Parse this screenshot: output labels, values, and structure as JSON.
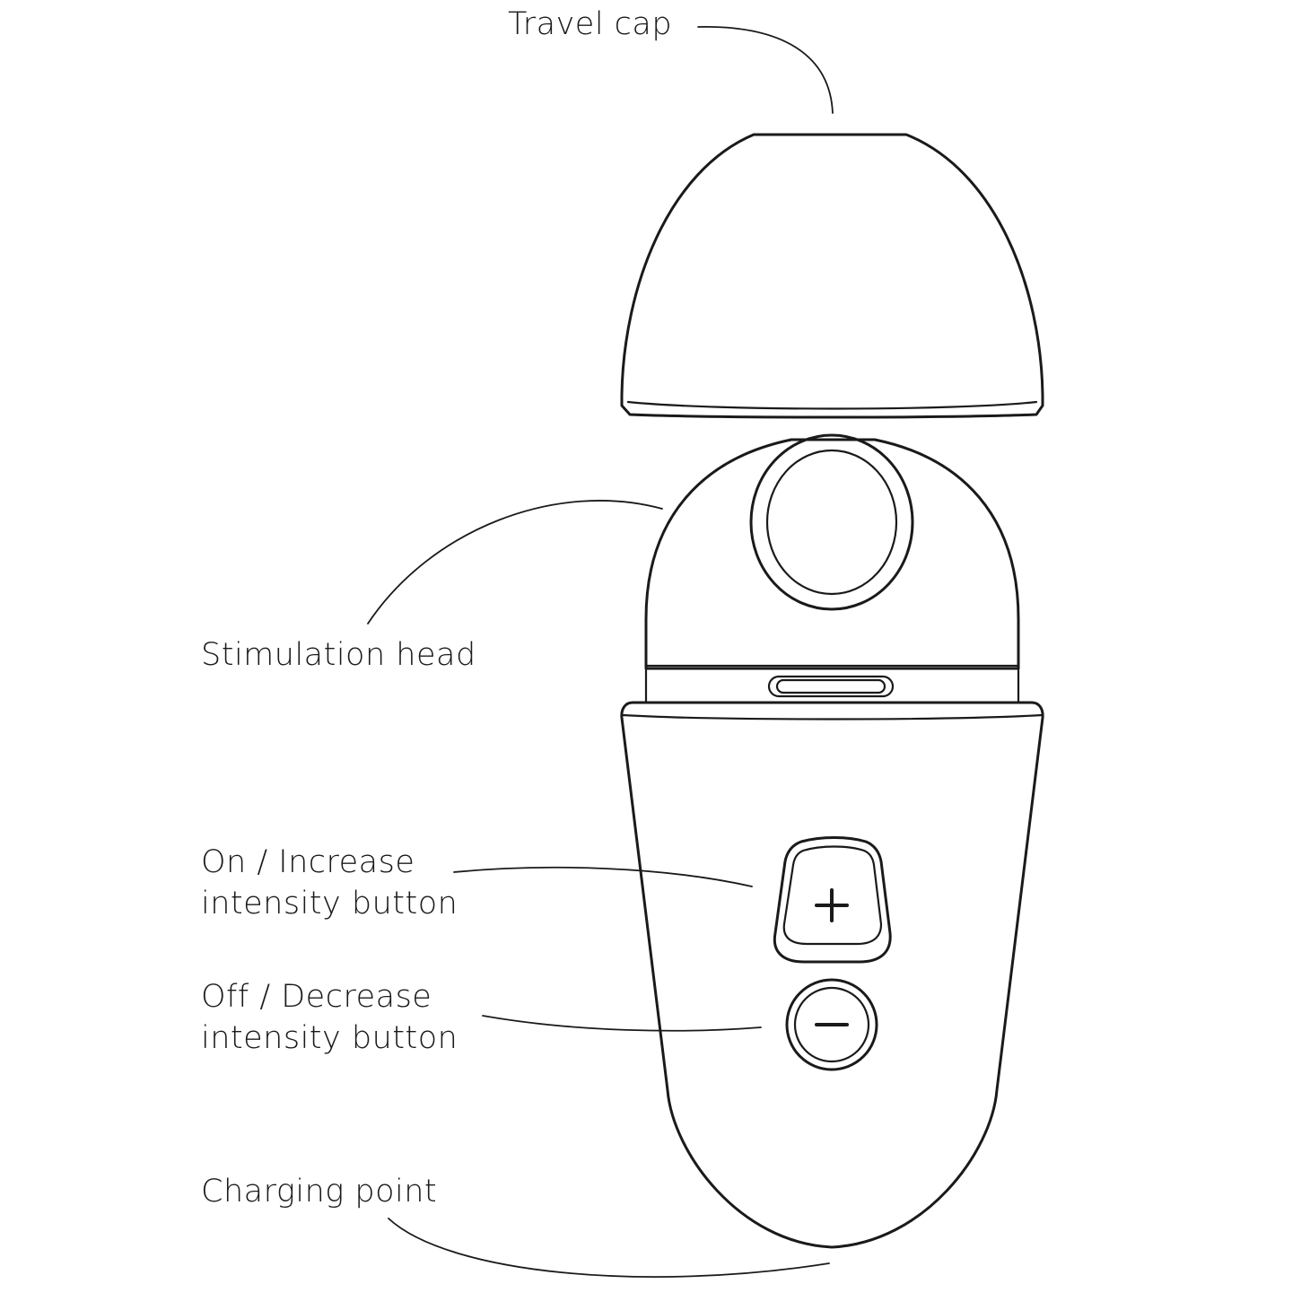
{
  "labels": {
    "travel_cap": "Travel cap",
    "stimulation_head": "Stimulation head",
    "on_increase_line1": "On / Increase",
    "on_increase_line2": "intensity button",
    "off_decrease_line1": "Off / Decrease",
    "off_decrease_line2": "intensity button",
    "charging_point": "Charging point"
  },
  "colors": {
    "line": "#1a1a1a",
    "background": "#ffffff"
  }
}
